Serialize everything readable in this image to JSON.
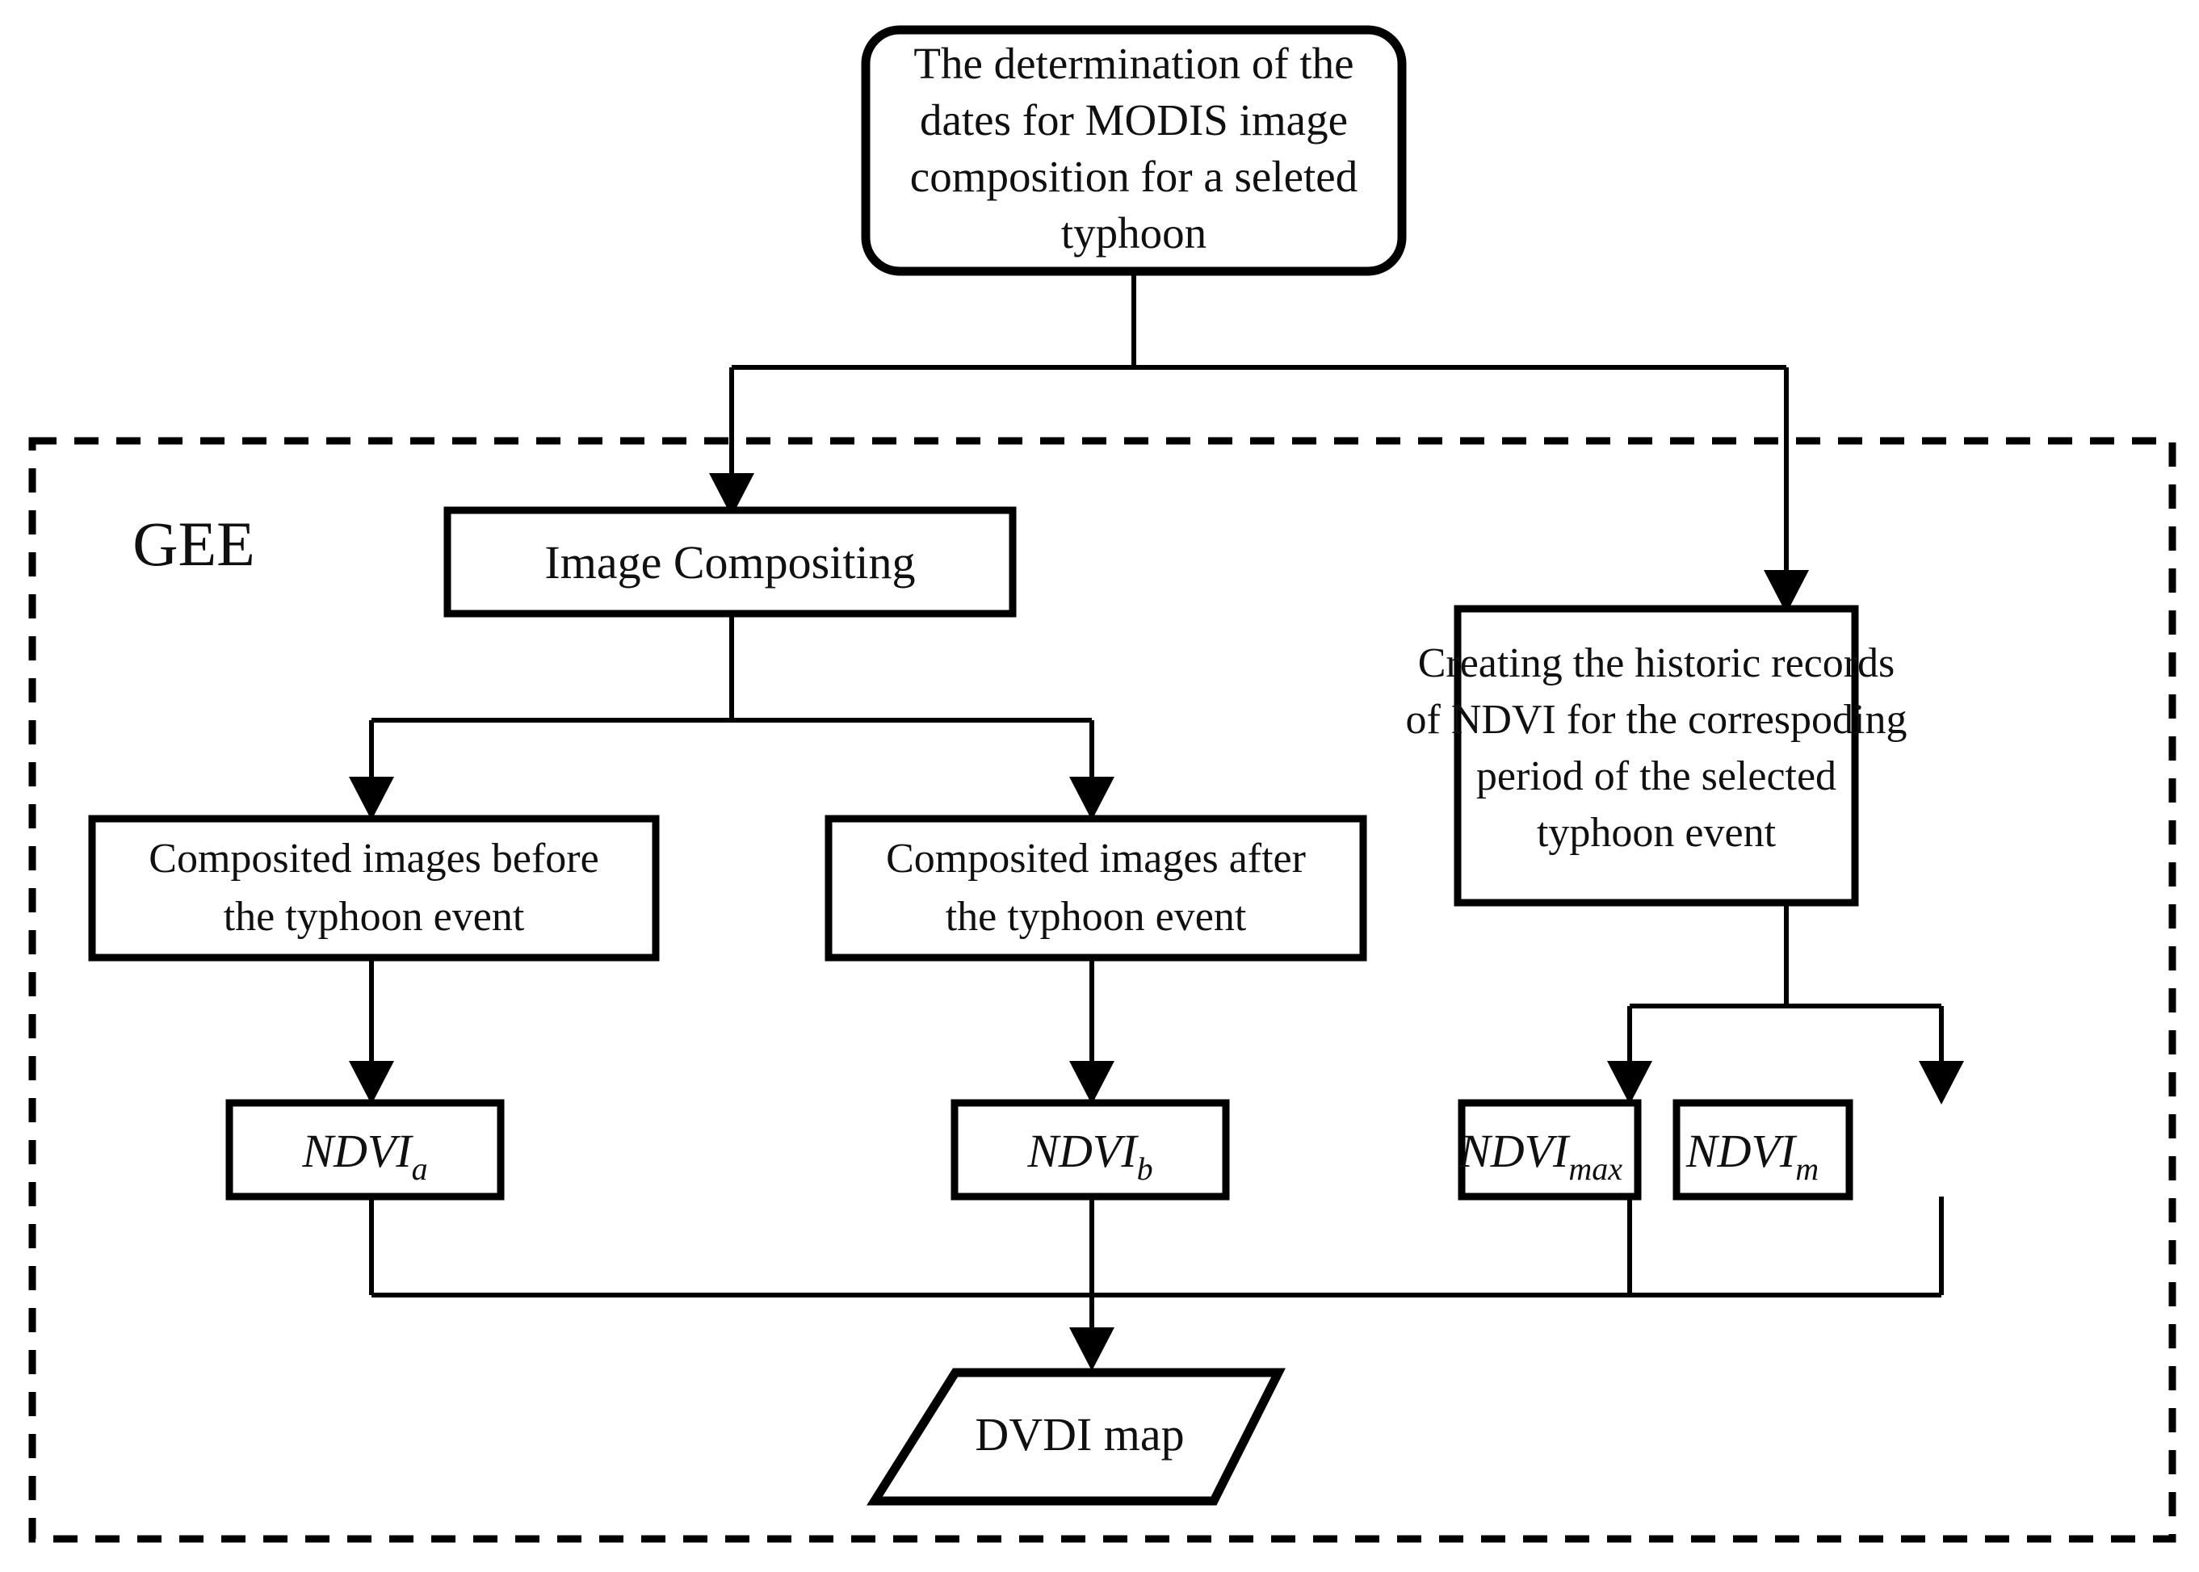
{
  "diagram": {
    "title_text": "Typhoon DVDI mapping workflow flowchart",
    "container": {
      "label": "GEE",
      "border_style": "dashed",
      "border_color": "#000000"
    },
    "colors": {
      "line": "#000000",
      "background": "#ffffff",
      "text": "#101010"
    },
    "nodes": {
      "start": {
        "id": "determination-dates",
        "shape": "rounded-rectangle",
        "lines": [
          "The determination of the",
          "dates for MODIS image",
          "composition for a seleted",
          "typhoon"
        ]
      },
      "image_compositing": {
        "id": "image-compositing",
        "shape": "rectangle",
        "lines": [
          "Image Compositing"
        ]
      },
      "historic_records": {
        "id": "historic-records-ndvi",
        "shape": "rectangle",
        "lines": [
          "Creating the historic records",
          "of NDVI for the correspoding",
          "period of the selected",
          "typhoon event"
        ]
      },
      "composited_before": {
        "id": "composited-images-before",
        "shape": "rectangle",
        "lines": [
          "Composited images before",
          "the typhoon event"
        ]
      },
      "composited_after": {
        "id": "composited-images-after",
        "shape": "rectangle",
        "lines": [
          "Composited images after",
          "the typhoon event"
        ]
      },
      "ndvi_a": {
        "id": "ndvi-a",
        "shape": "rectangle",
        "base": "NDVI",
        "subscript": "a"
      },
      "ndvi_b": {
        "id": "ndvi-b",
        "shape": "rectangle",
        "base": "NDVI",
        "subscript": "b"
      },
      "ndvi_max": {
        "id": "ndvi-max",
        "shape": "rectangle",
        "base": "NDVI",
        "subscript": "max"
      },
      "ndvi_m": {
        "id": "ndvi-m",
        "shape": "rectangle",
        "base": "NDVI",
        "subscript": "m"
      },
      "dvdi_map": {
        "id": "dvdi-map",
        "shape": "parallelogram",
        "lines": [
          "DVDI map"
        ]
      }
    },
    "edges": [
      {
        "from": "determination-dates",
        "to": "image-compositing",
        "style": "elbow-split-left"
      },
      {
        "from": "determination-dates",
        "to": "historic-records-ndvi",
        "style": "elbow-split-right"
      },
      {
        "from": "image-compositing",
        "to": "composited-images-before",
        "style": "elbow-split-left"
      },
      {
        "from": "image-compositing",
        "to": "composited-images-after",
        "style": "elbow-split-right"
      },
      {
        "from": "composited-images-before",
        "to": "ndvi-a",
        "style": "straight"
      },
      {
        "from": "composited-images-after",
        "to": "ndvi-b",
        "style": "straight"
      },
      {
        "from": "historic-records-ndvi",
        "to": "ndvi-max",
        "style": "elbow-split-left"
      },
      {
        "from": "historic-records-ndvi",
        "to": "ndvi-m",
        "style": "elbow-split-right"
      },
      {
        "from": "ndvi-a",
        "to": "dvdi-map",
        "style": "merge-bus"
      },
      {
        "from": "ndvi-b",
        "to": "dvdi-map",
        "style": "merge-bus"
      },
      {
        "from": "ndvi-max",
        "to": "dvdi-map",
        "style": "merge-bus"
      },
      {
        "from": "ndvi-m",
        "to": "dvdi-map",
        "style": "merge-bus"
      }
    ]
  }
}
